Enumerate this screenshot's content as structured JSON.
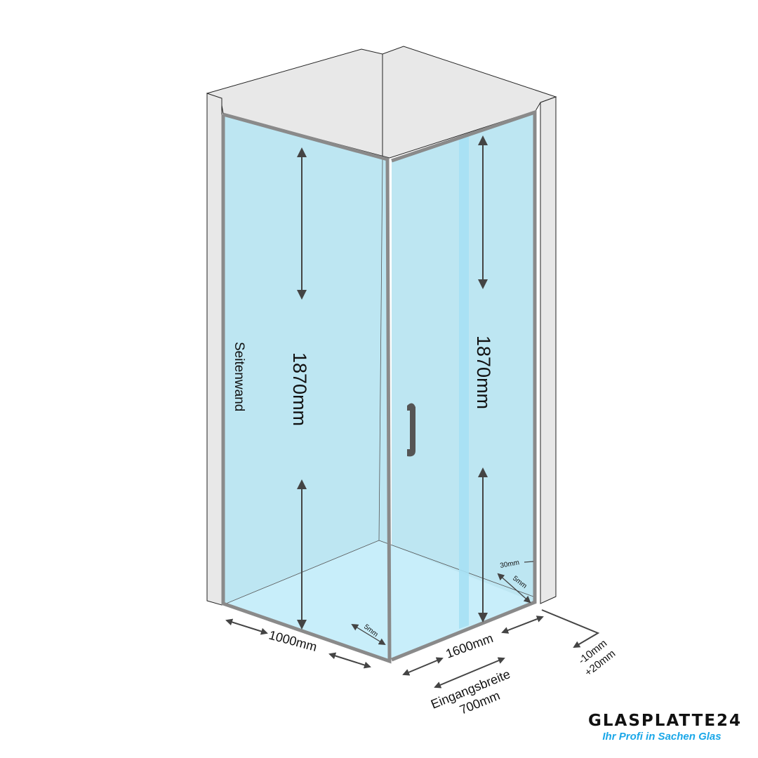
{
  "dimensions": {
    "height_left": "1870mm",
    "height_right": "1870mm",
    "side_wall_label": "Seitenwand",
    "width_side": "1000mm",
    "width_front": "1600mm",
    "entrance_label": "Eingangsbreite",
    "entrance_width": "700mm",
    "adjust_minus": "-10mm",
    "adjust_plus": "+20mm",
    "gap_left": "5mm",
    "gap_right": "5mm",
    "profile": "30mm"
  },
  "brand": {
    "name": "GLASPLATTE24",
    "tagline": "Ihr Profi in Sachen Glas",
    "tagline_color": "#1aa7e8"
  },
  "colors": {
    "glass": "#bde6f2",
    "floor": "#c8eefa",
    "wall": "#e8e8e8",
    "frame": "#9b9b9b"
  }
}
